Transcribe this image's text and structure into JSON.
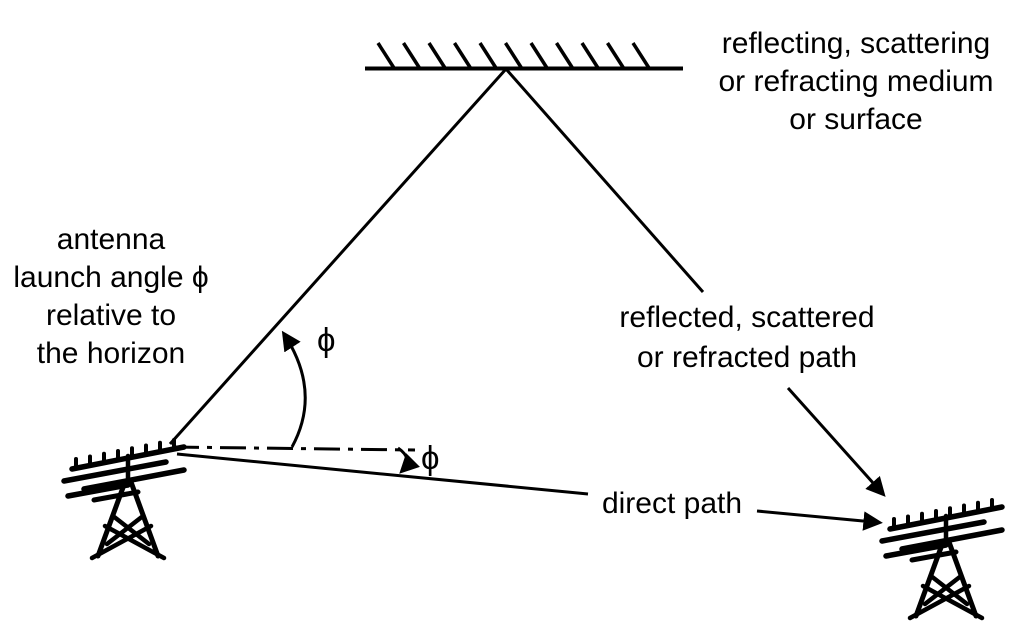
{
  "diagram": {
    "type": "radio-propagation-paths-diagram",
    "colors": {
      "ink": "#000000",
      "background": "#ffffff"
    },
    "surface_label": [
      "reflecting, scattering",
      "or refracting medium",
      "or surface"
    ],
    "antenna_label": [
      "antenna",
      "launch angle ϕ",
      "relative to",
      "the horizon"
    ],
    "reflected_label": [
      "reflected, scattered",
      "or refracted path"
    ],
    "direct_label": "direct path",
    "phi": "ϕ",
    "icons": {
      "left_tower": "antenna-tower-icon",
      "right_tower": "antenna-tower-icon",
      "surface": "hatched-surface-icon",
      "launch_angle_arrow": "curved-arrow-icon",
      "grazing_angle_arrow": "curved-arrow-icon"
    }
  }
}
